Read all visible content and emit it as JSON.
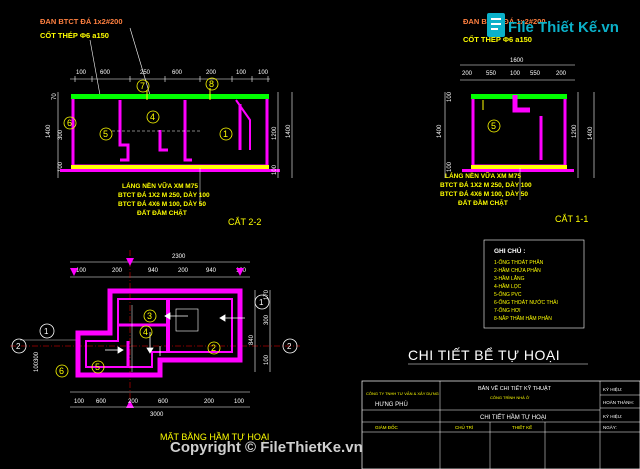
{
  "top_left": {
    "label_slab": "ĐAN BTCT ĐÁ 1x2#200",
    "label_rebar": "CỐT THÉP Φ6 a150",
    "dims_top": [
      "100",
      "600",
      "250",
      "600",
      "200",
      "100",
      "100"
    ],
    "dims_left": [
      "70",
      "1400",
      "300",
      "100"
    ],
    "dims_right": [
      "1200",
      "100",
      "1400"
    ],
    "notes": [
      "LÁNG NỀN VỮA XM M75",
      "BTCT ĐÁ 1X2 M 250, DÀY 100",
      "BTCT ĐÁ 4X6 M 100, DÀY 50",
      "ĐẤT ĐẦM CHẶT"
    ],
    "section": "CẮT 2-2",
    "markers": [
      "7",
      "8",
      "6",
      "5",
      "4",
      "1"
    ]
  },
  "top_right": {
    "label_slab": "ĐAN BTCT ĐÁ 1x2#200",
    "label_rebar": "CỐT THÉP Φ6 a150",
    "dim_total": "1600",
    "dims_top": [
      "200",
      "550",
      "100",
      "550",
      "200"
    ],
    "dims_left": [
      "100",
      "1400",
      "100"
    ],
    "dims_right": [
      "1200",
      "1400"
    ],
    "notes": [
      "LÁNG NỀN VỮA XM M75",
      "BTCT ĐÁ 1X2 M 250, DÀY 100",
      "BTCT ĐÁ 4X6 M 100, DÀY 50",
      "ĐẤT ĐẦM CHẶT"
    ],
    "section": "CẮT 1-1"
  },
  "plan": {
    "dim_total_top": "2300",
    "dims_top": [
      "100",
      "200",
      "940",
      "200",
      "940",
      "100"
    ],
    "dims_bottom": [
      "100",
      "600",
      "200",
      "600",
      "200",
      "100"
    ],
    "dim_total_bottom": "3000",
    "dims_right": [
      "170",
      "300",
      "840",
      "100"
    ],
    "dims_left": [
      "300",
      "100"
    ],
    "section_marks": [
      "1",
      "1",
      "2",
      "2"
    ],
    "markers": [
      "3",
      "4",
      "5",
      "6",
      "2"
    ],
    "title": "MẶT BẰNG HẦM TỰ HOẠI"
  },
  "legend": {
    "heading": "GHI CHÚ :",
    "items": [
      "1-ỐNG THOÁT PHÂN",
      "2-HẦM CHỨA PHÂN",
      "3-HẦM LẮNG",
      "4-HẦM LỌC",
      "5-ỐNG PVC",
      "6-ỐNG THOÁT NƯỚC THẢI",
      "7-ỐNG HƠI",
      "8-NẮP THĂM HẦM PHÂN"
    ]
  },
  "main_title": "CHI TIẾT BỂ TỰ HOẠI",
  "title_block": {
    "company": "CÔNG TY TNHH TƯ VẤN & XÂY DỰNG",
    "company_name": "HƯNG PHÚ",
    "drawing_header": "BẢN VẼ CHI TIẾT KỸ THUẬT",
    "project": "CÔNG TRÌNH NHÀ Ở",
    "drawing_name": "CHI TIẾT HẦM TỰ HOẠI",
    "roles": [
      "GIÁM ĐỐC",
      "CHỦ TRÌ",
      "THIẾT KẾ"
    ],
    "right_cells": [
      "KÝ HIỆU:",
      "HOÀN THÀNH:",
      "KÝ HIỆU:",
      "NGÀY:"
    ]
  },
  "watermark": {
    "logo": "File Thiết Kế.vn",
    "copyright": "Copyright © FileThietKe.vn"
  },
  "colors": {
    "background": "#000000",
    "wall": "#ff00ff",
    "dimension": "#ffffff",
    "label": "#ffff00",
    "marker": "#ffff00",
    "axis": "#ff0000",
    "slab": "#00ff00",
    "section_mark": "#8080ff",
    "title": "#ffffff"
  }
}
